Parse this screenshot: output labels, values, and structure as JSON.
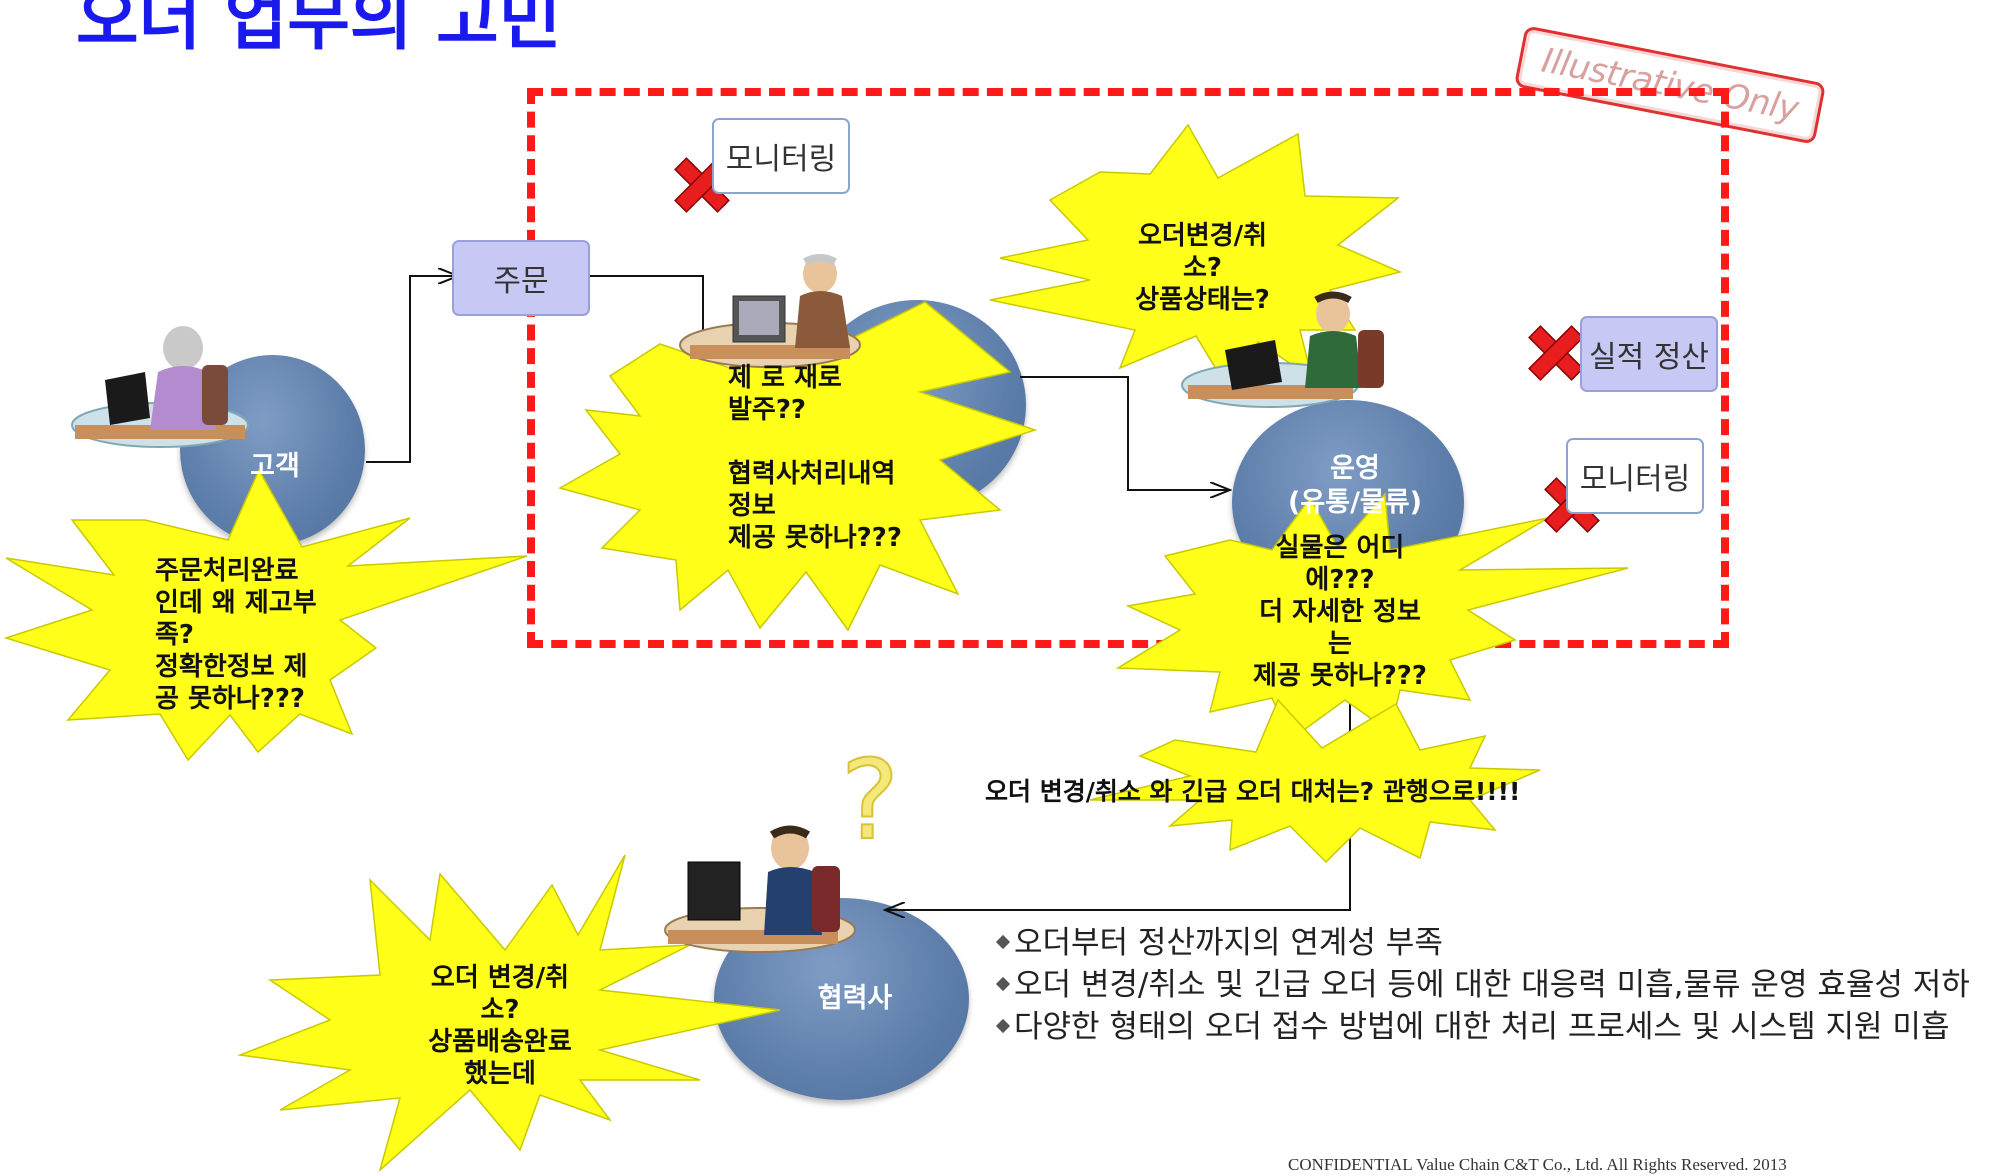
{
  "title": "오더 업무의 고민",
  "stamp": "Illustrative Only",
  "boxes": {
    "order": "주문",
    "monitoring_top": "모니터링",
    "settlement": "실적 정산",
    "monitoring_right": "모니터링"
  },
  "nodes": {
    "customer": "고객",
    "operations": "운영\n(유통/물류)",
    "partner": "협력사"
  },
  "bursts": {
    "customer": "주문처리완료\n인데 왜 제고부\n족?\n정확한정보 제\n공 못하나???",
    "order_center": "제      로 재로\n발주??\n\n협력사처리내역\n정보\n제공 못하나???",
    "top": "오더변경/취\n소?\n상품상태는?",
    "operations": "실물은 어디\n에???\n더 자세한 정보\n는\n제공 못하나???",
    "partner": "오더 변경/취\n소?\n상품배송완료\n했는데"
  },
  "mid_text": "오더 변경/취소 와 긴급 오더 대처는?  관행으로!!!!",
  "bullets": [
    "오더부터 정산까지의 연계성 부족",
    "오더 변경/취소 및 긴급 오더 등에 대한 대응력 미흡,물류 운영 효율성 저하",
    "다양한 형태의 오더 접수 방법에 대한 처리 프로세스 및 시스템 지원 미흡"
  ],
  "footer": "CONFIDENTIAL   Value Chain C&T Co., Ltd. All Rights Reserved. 2013",
  "colors": {
    "title": "#1a1aee",
    "dash": "#ff1a1a",
    "burst": "#ffff1a",
    "node": "#5d7eaa",
    "x_mark": "#e81e1e"
  }
}
